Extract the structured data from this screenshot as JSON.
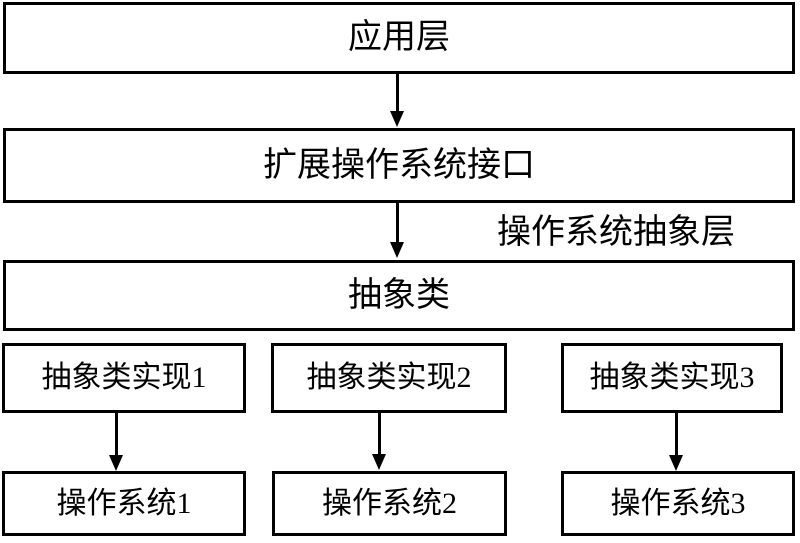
{
  "diagram": {
    "colors": {
      "line": "#000000",
      "background": "#ffffff",
      "text": "#000000"
    },
    "stack": [
      {
        "label": "应用层"
      },
      {
        "label": "扩展操作系统接口"
      },
      {
        "label": "抽象类"
      }
    ],
    "annotation": {
      "label": "操作系统抽象层"
    },
    "columns": [
      {
        "impl_label": "抽象类实现1",
        "os_label": "操作系统1"
      },
      {
        "impl_label": "抽象类实现2",
        "os_label": "操作系统2"
      },
      {
        "impl_label": "抽象类实现3",
        "os_label": "操作系统3"
      }
    ]
  }
}
